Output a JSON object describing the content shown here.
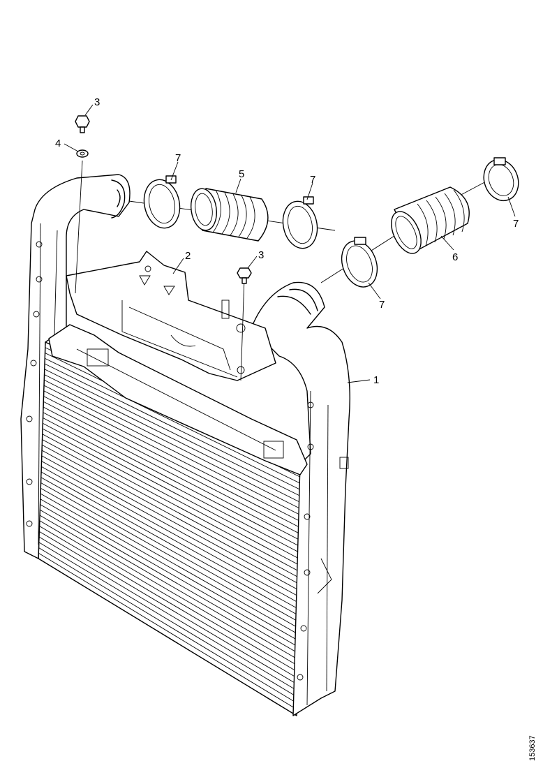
{
  "callouts": {
    "part_1": "1",
    "part_2": "2",
    "part_3_top": "3",
    "part_3_mid": "3",
    "part_4": "4",
    "part_5": "5",
    "part_6": "6",
    "part_7_a": "7",
    "part_7_b": "7",
    "part_7_c": "7",
    "part_7_d": "7"
  },
  "drawing_number": "153637"
}
